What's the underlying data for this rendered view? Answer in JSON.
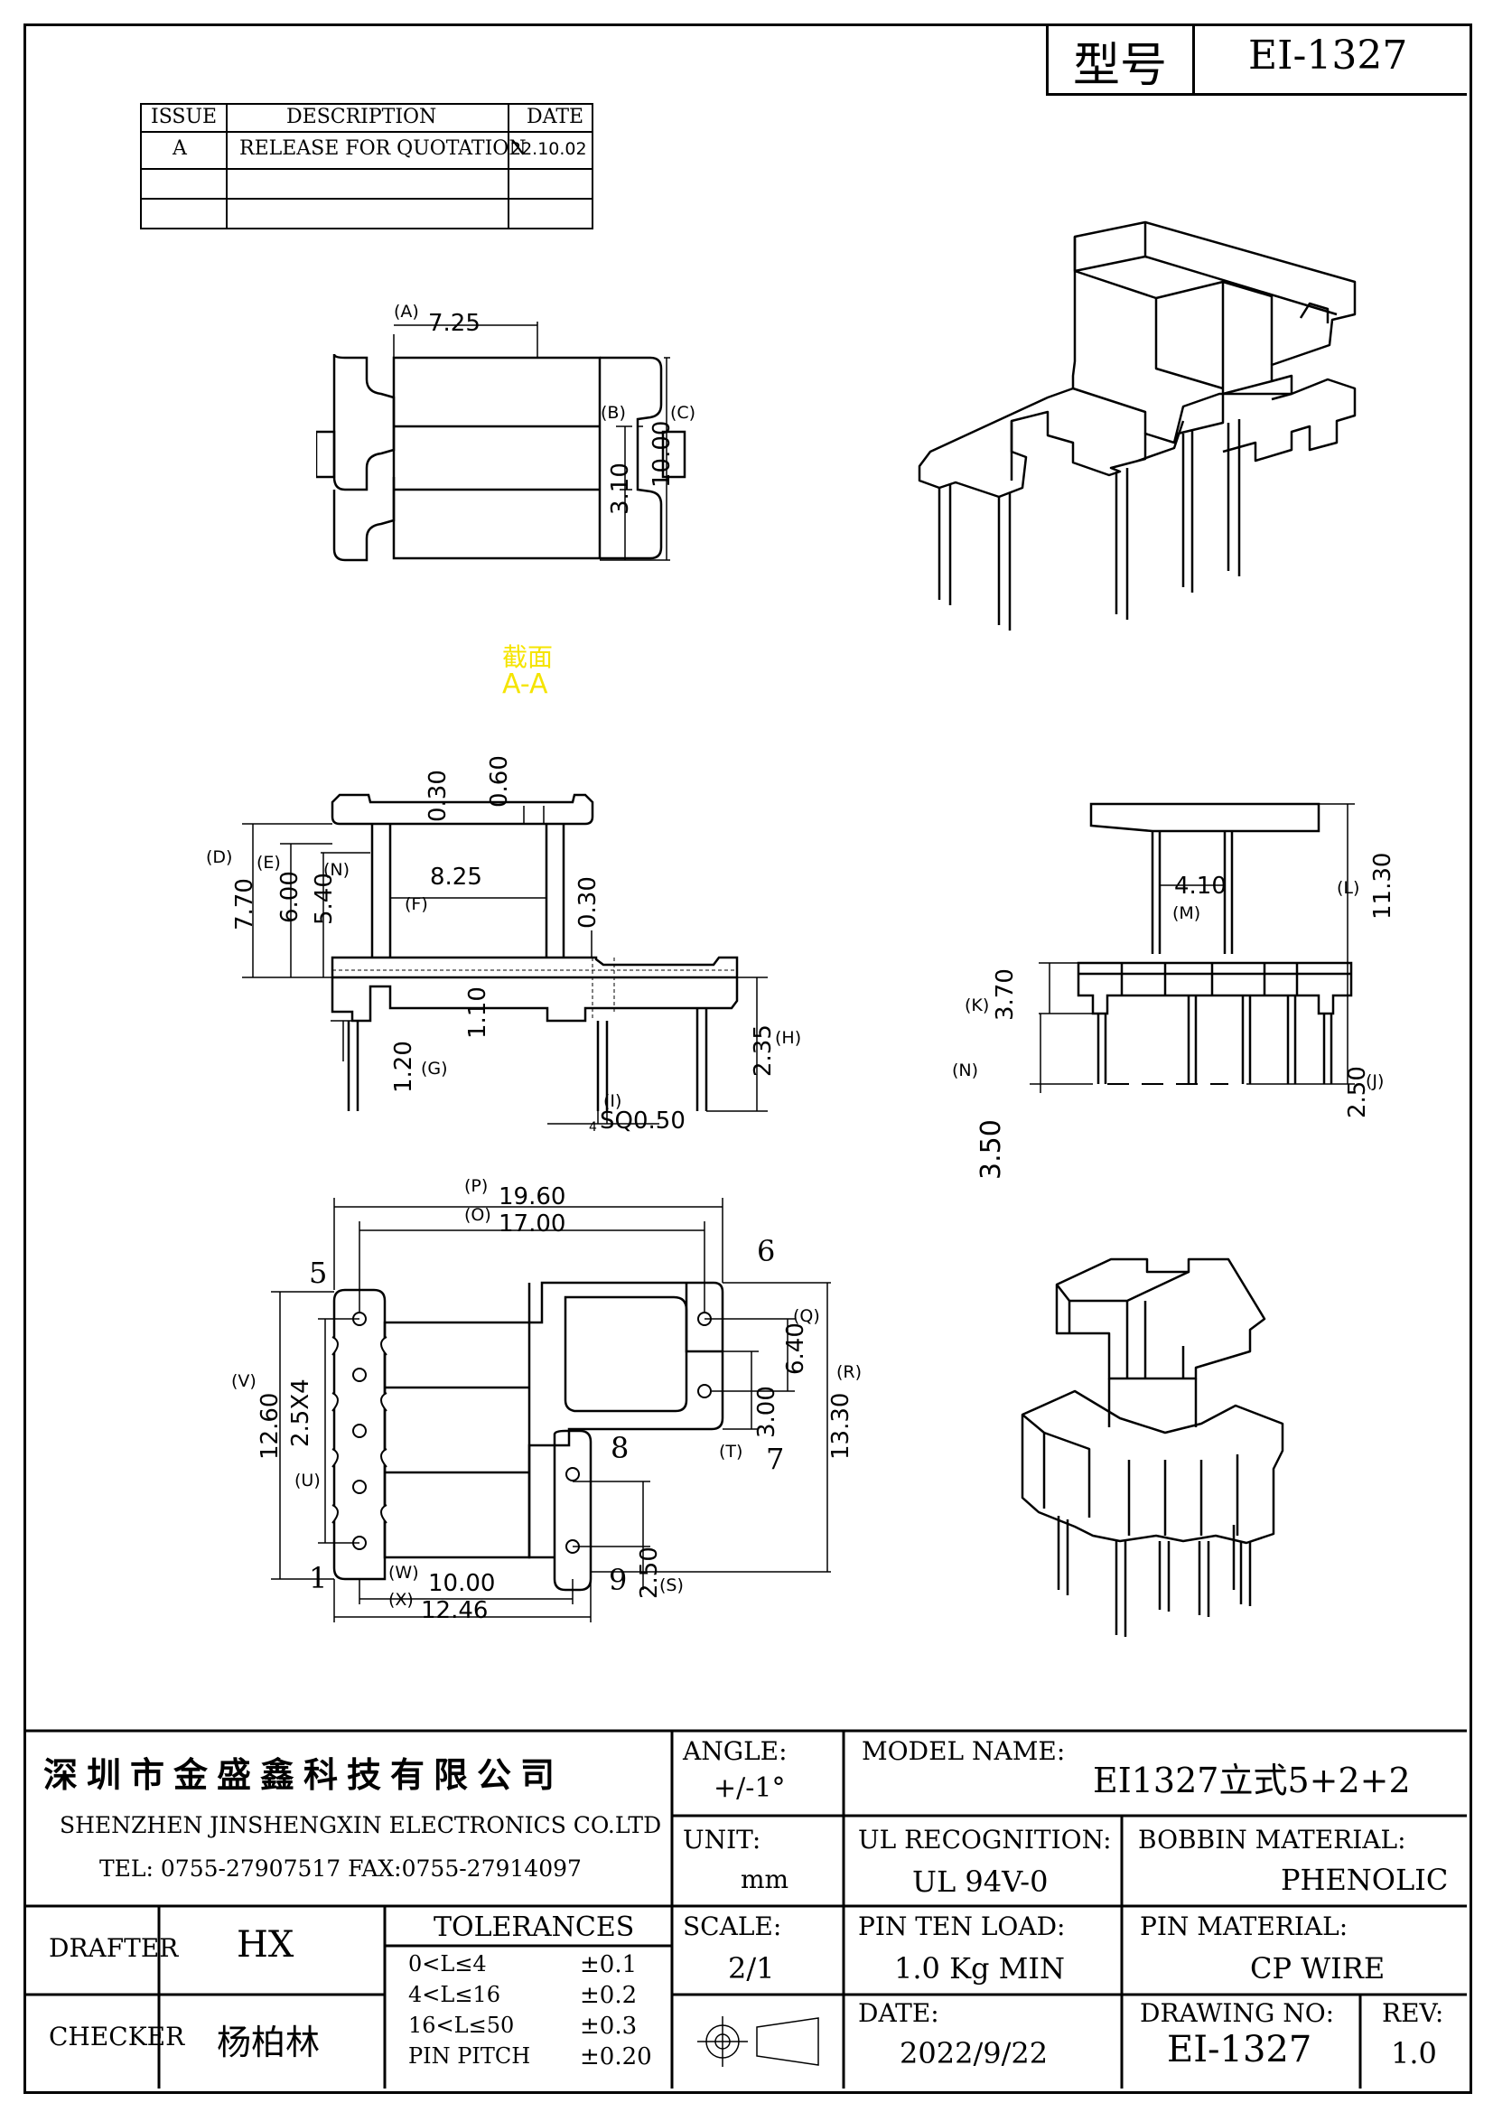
{
  "model_box": {
    "label": "型号",
    "value": "EI-1327"
  },
  "revision_table": {
    "headers": [
      "ISSUE",
      "DESCRIPTION",
      "DATE"
    ],
    "rows": [
      {
        "issue": "A",
        "description": "RELEASE FOR QUOTATION",
        "date": "22.10.02"
      },
      {
        "issue": "",
        "description": "",
        "date": ""
      },
      {
        "issue": "",
        "description": "",
        "date": ""
      }
    ]
  },
  "section_note": {
    "line1": "截面",
    "line2": "A-A"
  },
  "top_view": {
    "a_label": "(A)",
    "a_value": "7.25",
    "b_label": "(B)",
    "b_value": "3.10",
    "c_label": "(C)",
    "c_value": "10.00"
  },
  "front_view": {
    "d_label": "(D)",
    "d_value": "7.70",
    "e_label": "(E)",
    "e_value": "6.00",
    "n_label": "(N)",
    "n_value": "5.40",
    "f_label": "(F)",
    "f_value": "8.25",
    "v030a": "0.30",
    "v060": "0.60",
    "v030b": "0.30",
    "v110": "1.10",
    "g_label": "(G)",
    "g_value": "1.20",
    "h_label": "(H)",
    "h_value": "2.35",
    "i_label": "(I)",
    "i_value": "SQ0.50",
    "i_prefix": "4"
  },
  "side_view": {
    "m_label": "(M)",
    "m_value": "4.10",
    "l_label": "(L)",
    "l_value": "11.30",
    "k_label": "(K)",
    "k_value": "3.70",
    "n_label": "(N)",
    "n_value": "3.50",
    "j_label": "(J)",
    "j_value": "2.50"
  },
  "bottom_view": {
    "p_label": "(P)",
    "p_value": "19.60",
    "o_label": "(O)",
    "o_value": "17.00",
    "q_label": "(Q)",
    "q_value": "6.40",
    "r_label": "(R)",
    "r_value": "13.30",
    "t_label": "(T)",
    "t_value": "3.00",
    "v_label": "(V)",
    "v_value": "12.60",
    "u_label": "(U)",
    "u_value": "2.5X4",
    "s_label": "(S)",
    "s_value": "2.50",
    "w_label": "(W)",
    "w_value": "10.00",
    "x_label": "(X)",
    "x_value": "12.46",
    "pins": {
      "p1": "1",
      "p5": "5",
      "p6": "6",
      "p7": "7",
      "p8": "8",
      "p9": "9"
    }
  },
  "title_block": {
    "company_cn": "深圳市金盛鑫科技有限公司",
    "company_en": "SHENZHEN JINSHENGXIN ELECTRONICS CO.LTD",
    "contact": "TEL: 0755-27907517 FAX:0755-27914097",
    "angle_label": "ANGLE:",
    "angle_value": "+/-1°",
    "model_name_label": "MODEL NAME:",
    "model_name_value": "EI1327立式5+2+2",
    "unit_label": "UNIT:",
    "unit_value": "mm",
    "ul_label": "UL RECOGNITION:",
    "ul_value": "UL 94V-0",
    "bobbin_label": "BOBBIN MATERIAL:",
    "bobbin_value": "PHENOLIC",
    "drafter_label": "DRAFTER",
    "drafter_value": "HX",
    "tolerances_label": "TOLERANCES",
    "tol_rows": [
      {
        "range": "0<L≤4",
        "tol": "±0.1"
      },
      {
        "range": "4<L≤16",
        "tol": "±0.2"
      },
      {
        "range": "16<L≤50",
        "tol": "±0.3"
      },
      {
        "range": "PIN PITCH",
        "tol": "±0.20"
      }
    ],
    "scale_label": "SCALE:",
    "scale_value": "2/1",
    "pin_load_label": "PIN TEN LOAD:",
    "pin_load_value": "1.0 Kg MIN",
    "pin_material_label": "PIN MATERIAL:",
    "pin_material_value": "CP WIRE",
    "checker_label": "CHECKER",
    "checker_value": "杨柏林",
    "date_label": "DATE:",
    "date_value": "2022/9/22",
    "drawing_no_label": "DRAWING NO:",
    "drawing_no_value": "EI-1327",
    "rev_label": "REV:",
    "rev_value": "1.0"
  },
  "colors": {
    "line": "#000000",
    "section_note": "#f5e400",
    "background": "#ffffff"
  }
}
